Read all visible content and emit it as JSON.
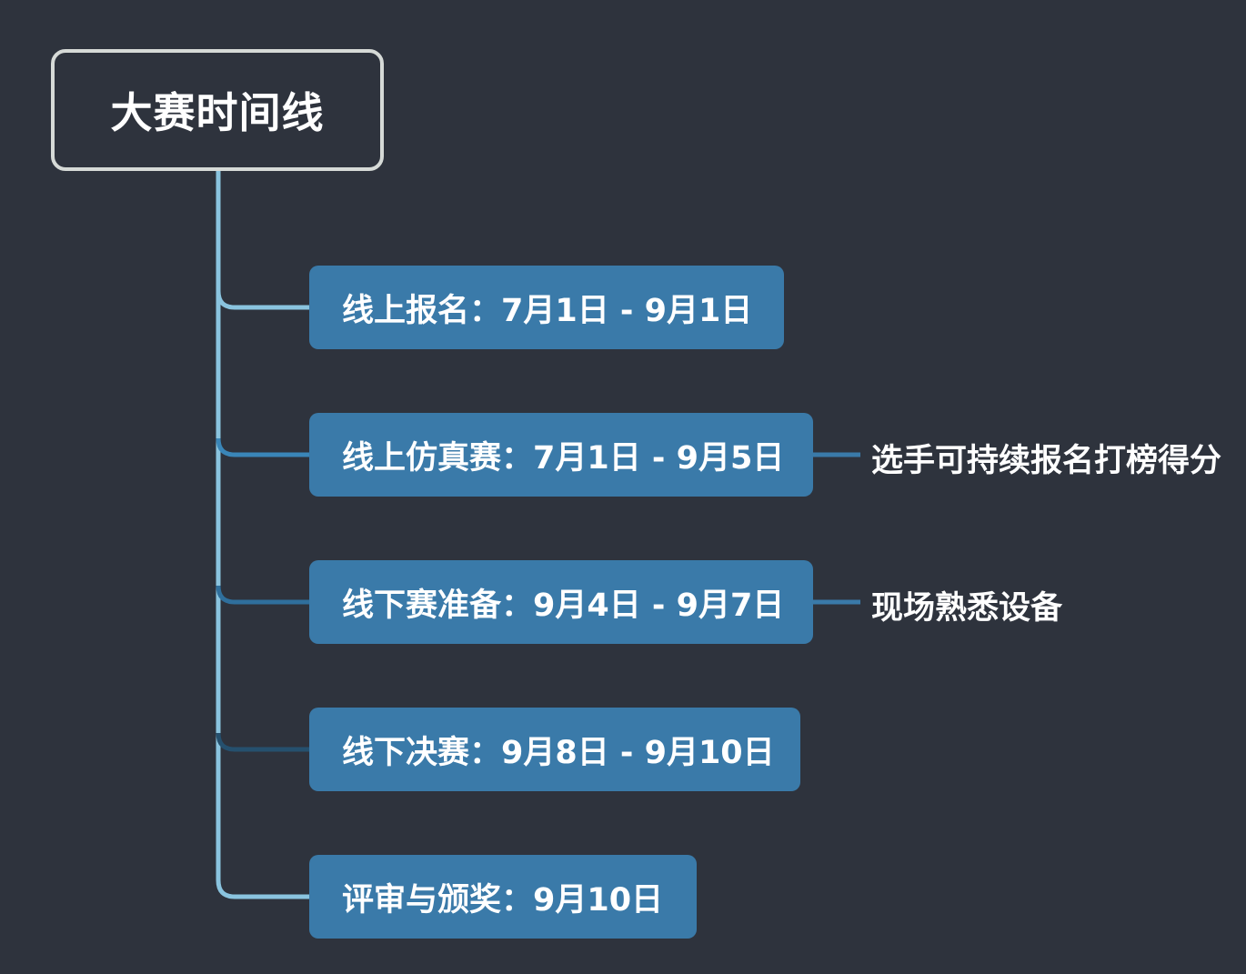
{
  "root": {
    "title": "大赛时间线"
  },
  "items": [
    {
      "label": "线上报名：7月1日 - 9月1日",
      "note": ""
    },
    {
      "label": "线上仿真赛：7月1日 - 9月5日",
      "note": "选手可持续报名打榜得分"
    },
    {
      "label": "线下赛准备：9月4日 - 9月7日",
      "note": "现场熟悉设备"
    },
    {
      "label": "线下决赛：9月8日 - 9月10日",
      "note": ""
    },
    {
      "label": "评审与颁奖：9月10日",
      "note": ""
    }
  ],
  "colors": {
    "background": "#2e333d",
    "root_border": "#d6dad7",
    "node_fill": "#3a7aa9",
    "trunk": "#8ac4df",
    "note_connector": "#3a7aa9"
  }
}
